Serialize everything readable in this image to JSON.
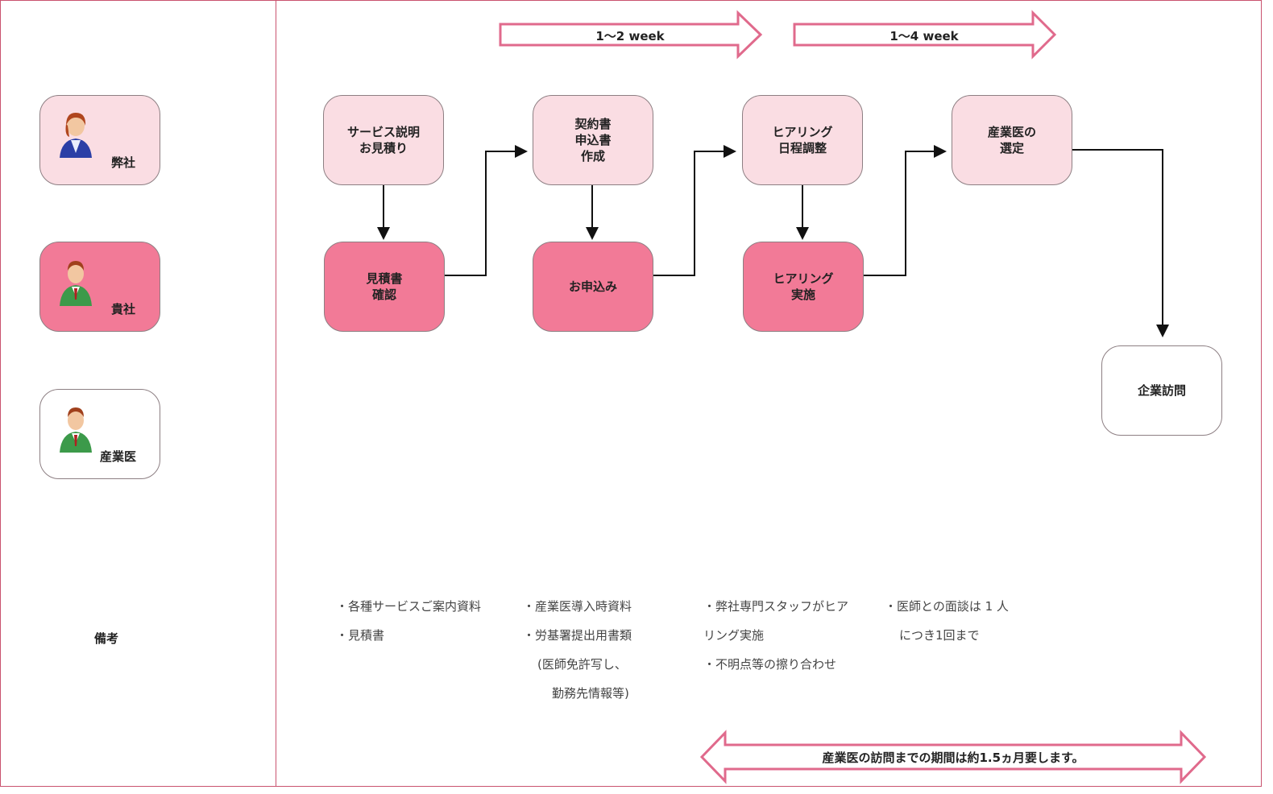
{
  "timeline": {
    "phase1": "1〜2 week",
    "phase2": "1〜4 week",
    "total": "産業医の訪問までの期間は約1.5ヵ月要します。"
  },
  "legend": {
    "ours": "弊社",
    "yours": "貴社",
    "doctor": "産業医",
    "notes": "備考"
  },
  "steps": {
    "service": "サービス説明\nお見積り",
    "quote_check": "見積書\n確認",
    "contract": "契約書\n申込書\n作成",
    "apply": "お申込み",
    "hearing_schedule": "ヒアリング\n日程調整",
    "hearing": "ヒアリング\n実施",
    "select_doctor": "産業医の\n選定",
    "visit": "企業訪問"
  },
  "notes": {
    "col1": [
      "・各種サービスご案内資料",
      "・見積書"
    ],
    "col2": [
      "・産業医導入時資料",
      "・労基署提出用書類",
      "(医師免許写し、",
      "勤務先情報等)"
    ],
    "col3": [
      "・弊社専門スタッフがヒア",
      "リング実施",
      "・不明点等の擦り合わせ"
    ],
    "col4": [
      "・医師との面談は 1 人",
      "につき1回まで"
    ]
  },
  "colors": {
    "border": "#c9536f",
    "light_box": "#fadde3",
    "dark_box": "#f27a97",
    "arrow_outline": "#e06a8c"
  }
}
